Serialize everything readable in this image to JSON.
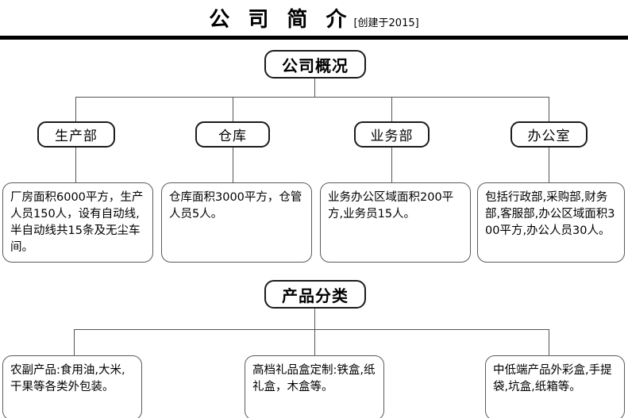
{
  "header": {
    "title_main": "公 司 简 介",
    "title_sub": "[创建于2015]"
  },
  "section_overview": {
    "root_label": "公司概况",
    "departments": [
      {
        "label": "生产部",
        "detail": "厂房面积6000平方，生产人员150人，设有自动线,半自动线共15条及无尘车间。"
      },
      {
        "label": "仓库",
        "detail": "仓库面积3000平方，仓管人员5人。"
      },
      {
        "label": "业务部",
        "detail": "业务办公区域面积200平方,业务员15人。"
      },
      {
        "label": "办公室",
        "detail": "包括行政部,采购部,财务部,客服部,办公区域面积300平方,办公人员30人。"
      }
    ]
  },
  "section_products": {
    "root_label": "产品分类",
    "categories": [
      {
        "detail": "农副产品:食用油,大米,干果等各类外包装。"
      },
      {
        "detail": "高档礼品盒定制:铁盒,纸礼盒，木盒等。"
      },
      {
        "detail": "中低端产品外彩盒,手提袋,坑盒,纸箱等。"
      }
    ]
  },
  "colors": {
    "ink": "#000000",
    "line": "#555555",
    "box_border": "#1b1b1b",
    "detail_border": "#5a5a5a",
    "background": "#ffffff"
  }
}
